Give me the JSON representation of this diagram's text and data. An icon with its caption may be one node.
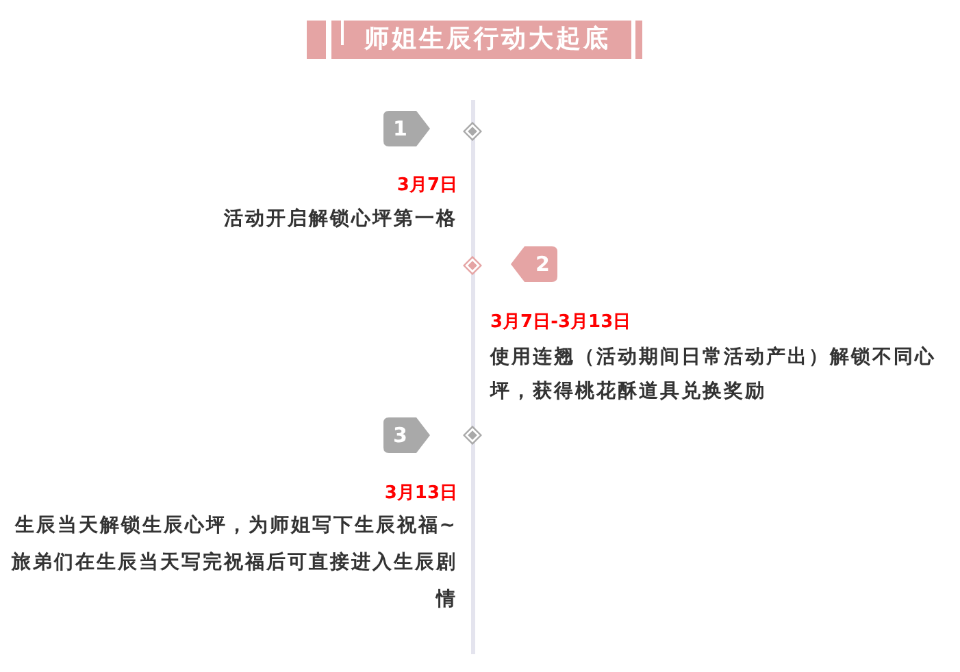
{
  "diagram": {
    "title": "师姐生辰行动大起底",
    "nodes": [
      {
        "text": [
          "1"
        ],
        "beside": [
          "3月7日",
          "活动开启解锁心坪第一格"
        ]
      },
      {
        "text": [
          "2"
        ],
        "beside": [
          "3月7日-3月13日",
          "使用连翘（活动期间日常活动产出）解锁不同心坪，获得桃花酥道具兑换奖励"
        ]
      },
      {
        "text": [
          "3"
        ],
        "beside": [
          "3月13日",
          "生辰当天解锁生辰心坪，为师姐写下生辰祝福~旅弟们在生辰当天写完祝福后可直接进入生辰剧情"
        ]
      }
    ]
  }
}
